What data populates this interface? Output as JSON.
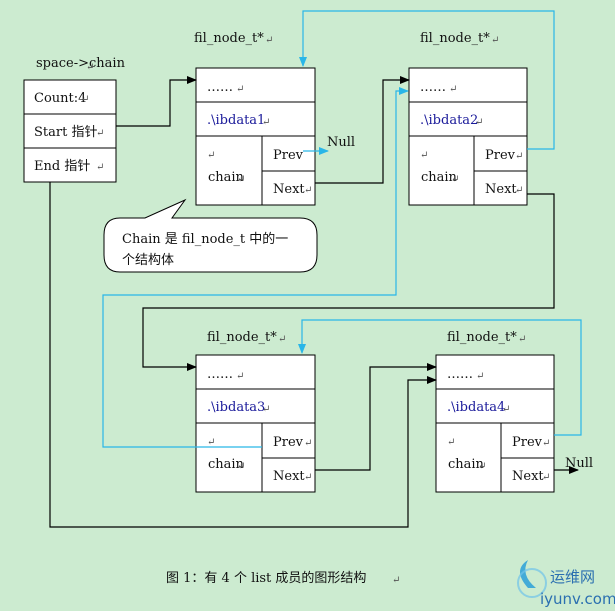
{
  "space": {
    "title": "space->chain",
    "count": "Count:4",
    "start": "Start 指针",
    "end": "End 指针"
  },
  "nodes": [
    {
      "title": "fil_node_t*",
      "dots": "……",
      "ibdata": ".\\ibdata1",
      "chain": "chain",
      "prev": "Prev",
      "next": "Next"
    },
    {
      "title": "fil_node_t*",
      "dots": "……",
      "ibdata": ".\\ibdata2",
      "chain": "chain",
      "prev": "Prev",
      "next": "Next"
    },
    {
      "title": "fil_node_t*",
      "dots": "……",
      "ibdata": ".\\ibdata3",
      "chain": "chain",
      "prev": "Prev",
      "next": "Next"
    },
    {
      "title": "fil_node_t*",
      "dots": "……",
      "ibdata": ".\\ibdata4",
      "chain": "chain",
      "prev": "Prev",
      "next": "Next"
    }
  ],
  "null_top": "Null",
  "null_bottom": "Null",
  "callout": {
    "line1": "Chain 是 fil_node_t 中的一",
    "line2": "个结构体"
  },
  "caption": "图 1：有 4 个 list 成员的图形结构",
  "watermark": {
    "cn": "运维网",
    "en": "iyunv.com"
  },
  "colors": {
    "bg": "#ccebd0",
    "cyan": "#29b6e8",
    "black": "#000000",
    "ibdata": "#1a1a9a"
  }
}
